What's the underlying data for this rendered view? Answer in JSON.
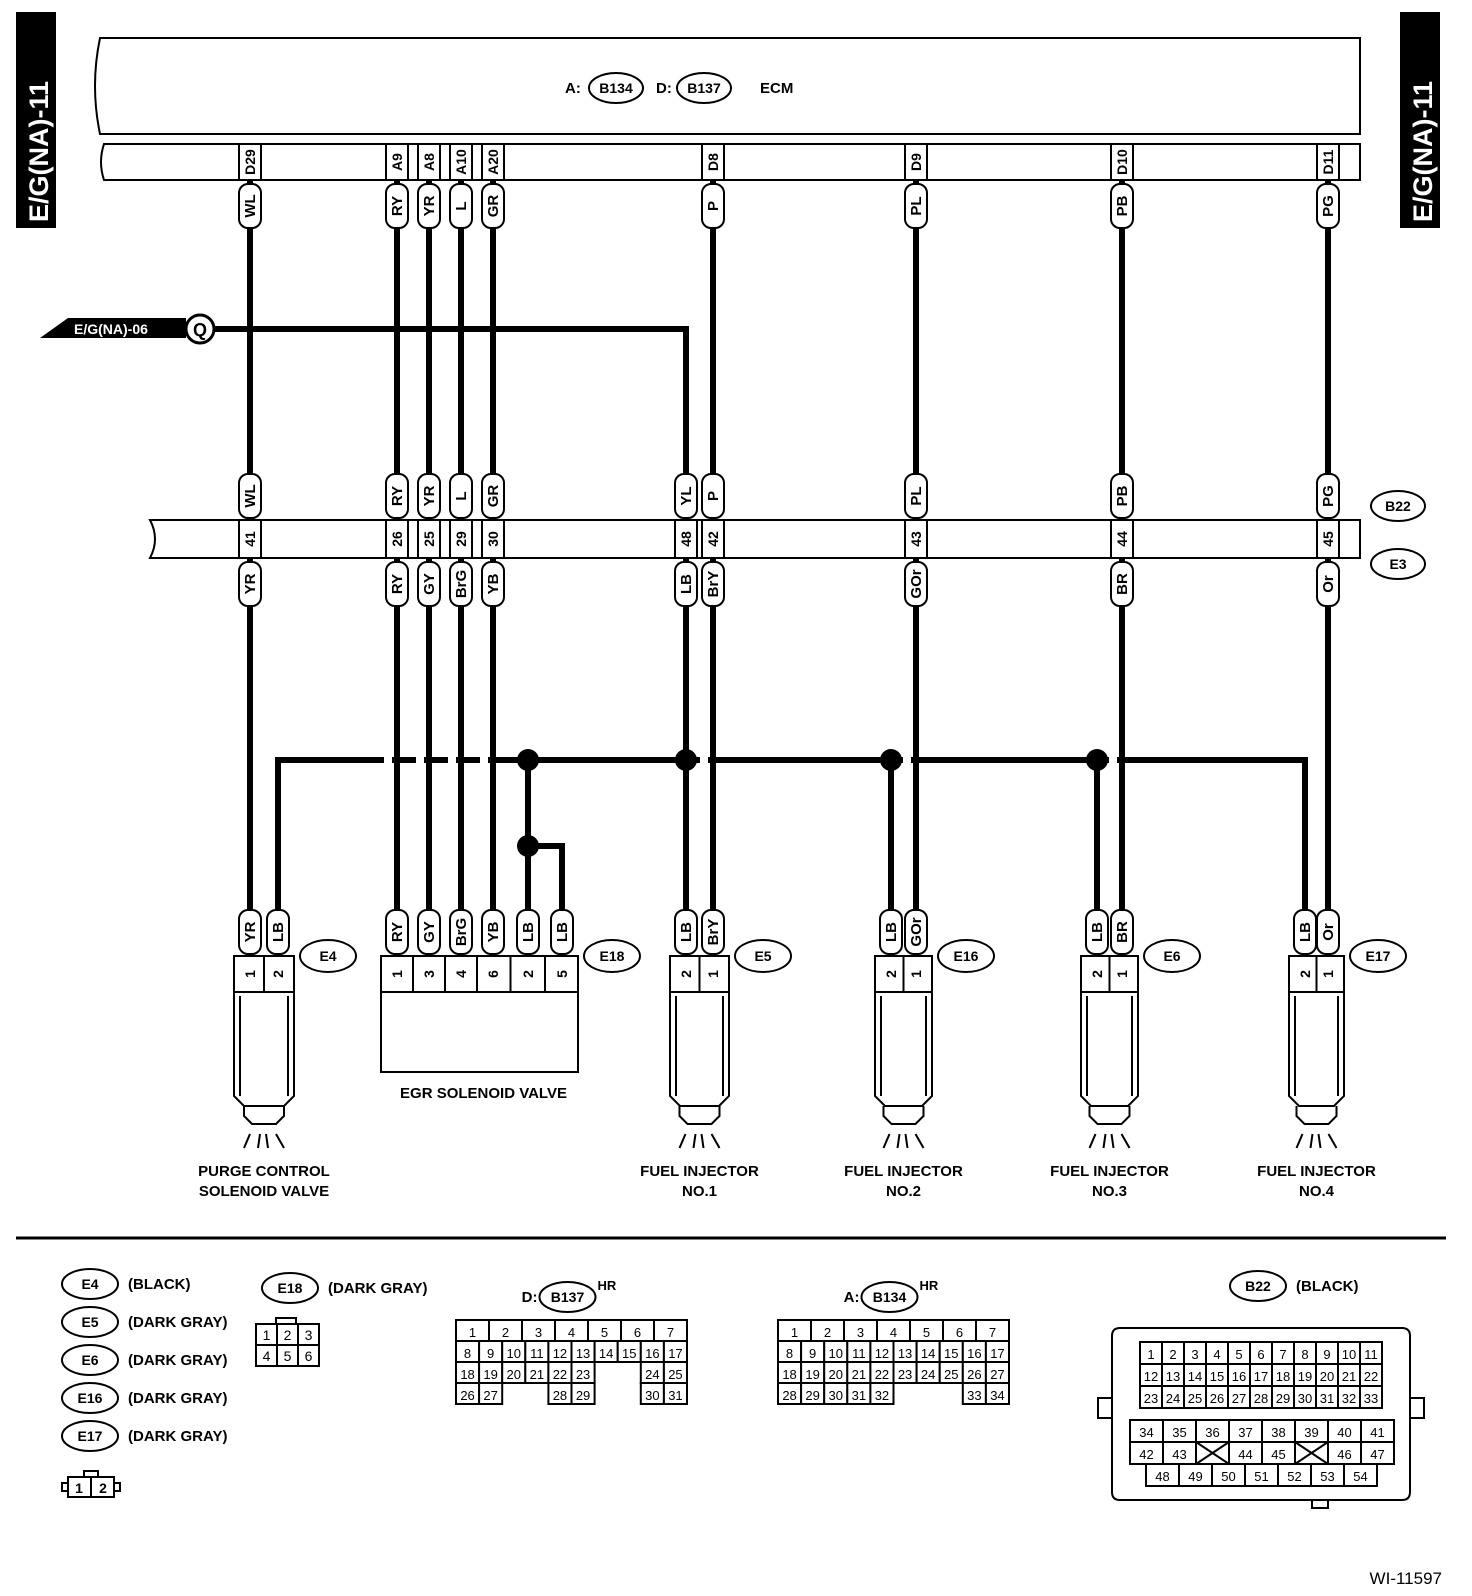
{
  "page_tag": "E/G(NA)-11",
  "ecm": {
    "label": "ECM",
    "conn_a_prefix": "A:",
    "conn_a": "B134",
    "conn_d_prefix": "D:",
    "conn_d": "B137"
  },
  "ref": {
    "label": "E/G(NA)-06",
    "marker": "Q"
  },
  "b22": "B22",
  "e3": "E3",
  "wires": [
    {
      "ecm_pin": "D29",
      "ecm_color": "WL",
      "b22_color": "WL",
      "pin": "41",
      "e3_color": "YR"
    },
    {
      "ecm_pin": "A9",
      "ecm_color": "RY",
      "b22_color": "RY",
      "pin": "26",
      "e3_color": "RY"
    },
    {
      "ecm_pin": "A8",
      "ecm_color": "YR",
      "b22_color": "YR",
      "pin": "25",
      "e3_color": "GY"
    },
    {
      "ecm_pin": "A10",
      "ecm_color": "L",
      "b22_color": "L",
      "pin": "29",
      "e3_color": "BrG"
    },
    {
      "ecm_pin": "A20",
      "ecm_color": "GR",
      "b22_color": "GR",
      "pin": "30",
      "e3_color": "YB"
    },
    {
      "ecm_pin": "",
      "ecm_color": "",
      "b22_color": "YL",
      "pin": "48",
      "e3_color": "LB"
    },
    {
      "ecm_pin": "D8",
      "ecm_color": "P",
      "b22_color": "P",
      "pin": "42",
      "e3_color": "BrY"
    },
    {
      "ecm_pin": "D9",
      "ecm_color": "PL",
      "b22_color": "PL",
      "pin": "43",
      "e3_color": "GOr"
    },
    {
      "ecm_pin": "D10",
      "ecm_color": "PB",
      "b22_color": "PB",
      "pin": "44",
      "e3_color": "BR"
    },
    {
      "ecm_pin": "D11",
      "ecm_color": "PG",
      "b22_color": "PG",
      "pin": "45",
      "e3_color": "Or"
    }
  ],
  "components": [
    {
      "id": "E4",
      "wires": [
        "YR",
        "LB"
      ],
      "pins": [
        "1",
        "2"
      ],
      "label1": "PURGE CONTROL",
      "label2": "SOLENOID VALVE"
    },
    {
      "id": "E18",
      "wires": [
        "RY",
        "GY",
        "BrG",
        "YB",
        "LB",
        "LB"
      ],
      "pins": [
        "1",
        "3",
        "4",
        "6",
        "2",
        "5"
      ],
      "label1": "EGR SOLENOID VALVE",
      "label2": ""
    },
    {
      "id": "E5",
      "wires": [
        "LB",
        "BrY"
      ],
      "pins": [
        "2",
        "1"
      ],
      "label1": "FUEL INJECTOR",
      "label2": "NO.1"
    },
    {
      "id": "E16",
      "wires": [
        "LB",
        "GOr"
      ],
      "pins": [
        "2",
        "1"
      ],
      "label1": "FUEL INJECTOR",
      "label2": "NO.2"
    },
    {
      "id": "E6",
      "wires": [
        "LB",
        "BR"
      ],
      "pins": [
        "2",
        "1"
      ],
      "label1": "FUEL INJECTOR",
      "label2": "NO.3"
    },
    {
      "id": "E17",
      "wires": [
        "LB",
        "Or"
      ],
      "pins": [
        "2",
        "1"
      ],
      "label1": "FUEL INJECTOR",
      "label2": "NO.4"
    }
  ],
  "legend": [
    {
      "id": "E4",
      "color": "(BLACK)"
    },
    {
      "id": "E5",
      "color": "(DARK GRAY)"
    },
    {
      "id": "E6",
      "color": "(DARK GRAY)"
    },
    {
      "id": "E16",
      "color": "(DARK GRAY)"
    },
    {
      "id": "E17",
      "color": "(DARK GRAY)"
    }
  ],
  "legend_2pin": [
    "1",
    "2"
  ],
  "e18_legend": {
    "id": "E18",
    "color": "(DARK GRAY)",
    "pins": [
      [
        "1",
        "2",
        "3"
      ],
      [
        "4",
        "5",
        "6"
      ]
    ]
  },
  "d_conn": {
    "prefix": "D:",
    "id": "B137",
    "suffix": "HR",
    "rows": [
      [
        "1",
        "2",
        "3",
        "4",
        "5",
        "6",
        "7"
      ],
      [
        "8",
        "9",
        "10",
        "11",
        "12",
        "13",
        "14",
        "15",
        "16",
        "17"
      ],
      [
        "18",
        "19",
        "20",
        "21",
        "22",
        "23",
        "24",
        "25"
      ],
      [
        "26",
        "27",
        "28",
        "29",
        "30",
        "31"
      ]
    ]
  },
  "a_conn": {
    "prefix": "A:",
    "id": "B134",
    "suffix": "HR",
    "rows": [
      [
        "1",
        "2",
        "3",
        "4",
        "5",
        "6",
        "7"
      ],
      [
        "8",
        "9",
        "10",
        "11",
        "12",
        "13",
        "14",
        "15",
        "16",
        "17"
      ],
      [
        "18",
        "19",
        "20",
        "21",
        "22",
        "23",
        "24",
        "25",
        "26",
        "27"
      ],
      [
        "28",
        "29",
        "30",
        "31",
        "32",
        "33",
        "34"
      ]
    ]
  },
  "b22_conn": {
    "id": "B22",
    "color": "(BLACK)",
    "rows": [
      [
        "1",
        "2",
        "3",
        "4",
        "5",
        "6",
        "7",
        "8",
        "9",
        "10",
        "11"
      ],
      [
        "12",
        "13",
        "14",
        "15",
        "16",
        "17",
        "18",
        "19",
        "20",
        "21",
        "22"
      ],
      [
        "23",
        "24",
        "25",
        "26",
        "27",
        "28",
        "29",
        "30",
        "31",
        "32",
        "33"
      ],
      [
        "34",
        "35",
        "36",
        "37",
        "38",
        "39",
        "40",
        "41"
      ],
      [
        "42",
        "43",
        "44",
        "45",
        "46",
        "47"
      ],
      [
        "48",
        "49",
        "50",
        "51",
        "52",
        "53",
        "54"
      ]
    ]
  },
  "footer_code": "WI-11597"
}
